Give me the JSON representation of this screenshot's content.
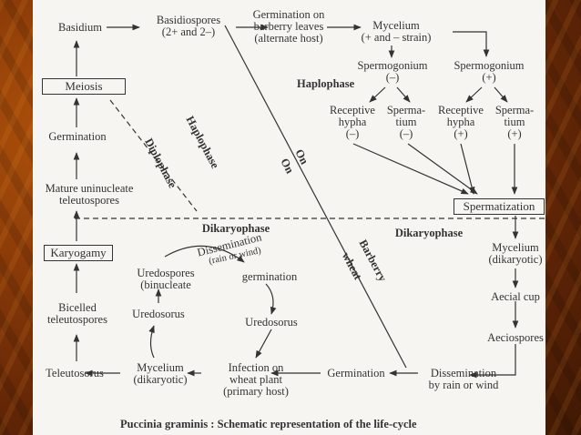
{
  "nodes": {
    "basidium": "Basidium",
    "basidiospores": "Basidiospores\n(2+ and 2–)",
    "germination_barberry": "Germination on\nbarberry leaves\n(alternate host)",
    "mycelium_strain": "Mycelium\n(+ and – strain)",
    "spermogonium_minus": "Spermogonium\n(–)",
    "spermogonium_plus": "Spermogonium\n(+)",
    "receptive_hypha_minus": "Receptive\nhypha\n(–)",
    "spermatium_minus": "Sperma-\ntium\n(–)",
    "receptive_hypha_plus": "Receptive\nhypha\n(+)",
    "spermatium_plus": "Sperma-\ntium\n(+)",
    "spermatization": "Spermatization",
    "mycelium_dikaryotic_right": "Mycelium\n(dikaryotic)",
    "aecial_cup": "Aecial cup",
    "aeciospores": "Aeciospores",
    "dissemination_rain": "Dissemination\nby rain or wind",
    "germination_bottom": "Germination",
    "infection_wheat": "Infection on\nwheat plant\n(primary host)",
    "mycelium_dikaryotic_left": "Mycelium\n(dikaryotic)",
    "teleutosorus": "Teleutosorus",
    "bicelled": "Bicelled\nteleutospores",
    "karyogamy": "Karyogamy",
    "mature_uninucleate": "Mature uninucleate\nteleutospores",
    "germination_left": "Germination",
    "meiosis": "Meiosis",
    "uredospores": "Uredospores\n(binucleate",
    "uredosorus_left": "Uredosorus",
    "germination_mid": "germination",
    "uredosorus_mid": "Uredosorus"
  },
  "phase_labels": {
    "haplophase_top": "Haplophase",
    "haplophase_mid": "Haplophase",
    "diplophase": "Diplophase",
    "dikaryophase_center": "Dikaryophase",
    "dikaryophase_right": "Dikaryophase",
    "dissemination_arc": "Dissemination",
    "rain_or_wind": "(rain or wind)",
    "on_barberry": "On",
    "on_wheat": "On",
    "barberry": "Barberry",
    "wheat": "wheat"
  },
  "caption": "Puccinia graminis : Schematic representation of the life-cycle"
}
